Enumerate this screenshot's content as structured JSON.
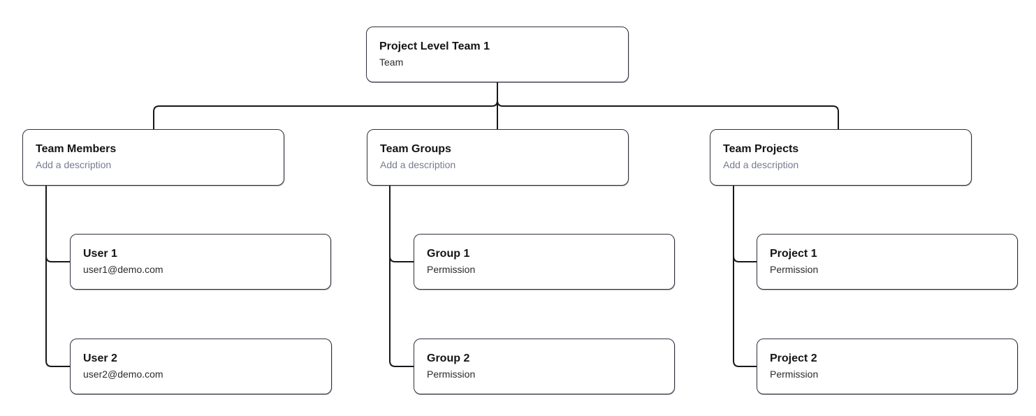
{
  "colors": {
    "background": "#ffffff",
    "node_background": "#ffffff",
    "node_border": "#2f313d",
    "title_text": "#141416",
    "subtitle_text": "#2b2b2e",
    "subtitle_muted_text": "#767c90",
    "connector_line": "#17171c"
  },
  "root": {
    "title": "Project Level Team 1",
    "subtitle": "Team"
  },
  "branches": [
    {
      "title": "Team Members",
      "subtitle": "Add a description",
      "children": [
        {
          "title": "User 1",
          "subtitle": "user1@demo.com"
        },
        {
          "title": "User 2",
          "subtitle": "user2@demo.com"
        }
      ]
    },
    {
      "title": "Team Groups",
      "subtitle": "Add a description",
      "children": [
        {
          "title": "Group 1",
          "subtitle": "Permission"
        },
        {
          "title": "Group 2",
          "subtitle": "Permission"
        }
      ]
    },
    {
      "title": "Team Projects",
      "subtitle": "Add a description",
      "children": [
        {
          "title": "Project 1",
          "subtitle": "Permission"
        },
        {
          "title": "Project 2",
          "subtitle": "Permission"
        }
      ]
    }
  ]
}
